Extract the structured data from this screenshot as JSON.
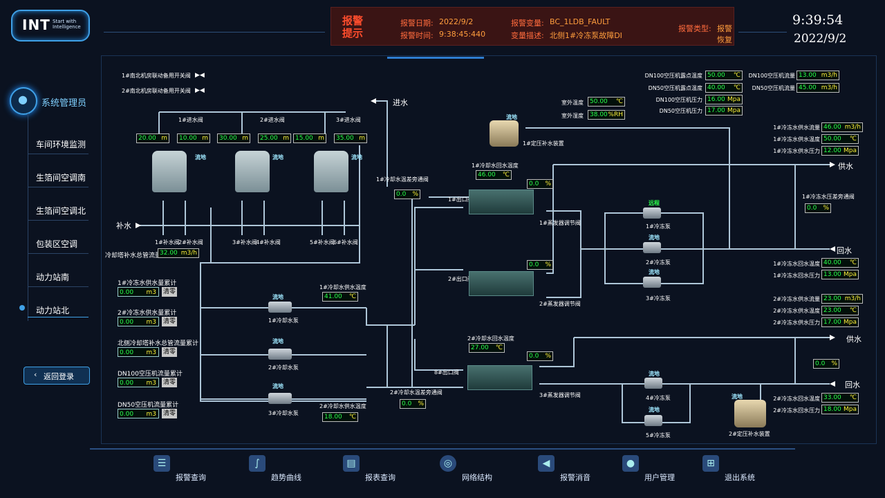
{
  "logo": {
    "text": "INT",
    "tag1": "Start with",
    "tag2": "Intelligence"
  },
  "alarm": {
    "title1": "报警",
    "title2": "提示",
    "date_k": "报警日期:",
    "date_v": "2022/9/2",
    "time_k": "报警时间:",
    "time_v": "9:38:45:440",
    "var_k": "报警变量:",
    "var_v": "BC_1LDB_FAULT",
    "desc_k": "变量描述:",
    "desc_v": "北侧1#冷冻泵故障DI",
    "type_k": "报警类型:",
    "type_v": "报警恢复"
  },
  "clock": {
    "time": "9:39:54",
    "date": "2022/9/2"
  },
  "sidebar": {
    "user": "系统管理员",
    "items": [
      {
        "label": "车间环境监测"
      },
      {
        "label": "生箔间空调南"
      },
      {
        "label": "生箔间空调北"
      },
      {
        "label": "包装区空调"
      },
      {
        "label": "动力站南"
      },
      {
        "label": "动力站北"
      }
    ],
    "back": "返回登录"
  },
  "counters": [
    {
      "label": "1#冷冻水供水量累计",
      "value": "0.00",
      "unit": "m3",
      "btn": "清零"
    },
    {
      "label": "2#冷冻水供水量累计",
      "value": "0.00",
      "unit": "m3",
      "btn": "清零"
    },
    {
      "label": "北侧冷却塔补水总管流量累计",
      "value": "0.00",
      "unit": "m3",
      "btn": "清零"
    },
    {
      "label": "DN100空压机流量累计",
      "value": "0.00",
      "unit": "m3",
      "btn": "清零"
    },
    {
      "label": "DN50空压机流量累计",
      "value": "0.00",
      "unit": "m3",
      "btn": "清零"
    }
  ],
  "valves": {
    "v1": "1#南北机房联动备用开关阀",
    "v2": "2#南北机房联动备用开关阀"
  },
  "inlet": "进水",
  "makeup": "补水",
  "makeup_flow": {
    "label": "冷却塔补水总管流量",
    "value": "32.00",
    "unit": "m3/h"
  },
  "towers": {
    "levels": [
      {
        "value": "20.00",
        "unit": "m"
      },
      {
        "value": "10.00",
        "unit": "m"
      },
      {
        "value": "30.00",
        "unit": "m"
      },
      {
        "value": "25.00",
        "unit": "m"
      },
      {
        "value": "15.00",
        "unit": "m"
      },
      {
        "value": "35.00",
        "unit": "m"
      }
    ],
    "inlet_valves": [
      "1#进水阀",
      "2#进水阀",
      "3#进水阀"
    ],
    "makeup_valves": [
      "1#补水阀",
      "2#补水阀",
      "3#补水阀",
      "4#补水阀",
      "5#补水阀",
      "6#补水阀"
    ]
  },
  "flow_tag": "流地",
  "remote_tag": "远程",
  "cooling": {
    "supply_temp_label": "1#冷却水供水温度",
    "supply_temp": "41.00",
    "supply_unit": "℃",
    "pumps": [
      "1#冷却水泵",
      "2#冷却水泵",
      "3#冷却水泵"
    ],
    "bypass1": "1#冷却水温差旁通阀",
    "bypass1_v": "0.0",
    "pct": "%",
    "return1_label": "1#冷却水回水温度",
    "return1": "46.00",
    "return2_label": "2#冷却水回水温度",
    "return2": "27.00",
    "supply2_label": "2#冷却水供水温度",
    "supply2": "18.00",
    "bypass2": "2#冷却水温差旁通阀",
    "bypass2_v": "0.0"
  },
  "chillers": {
    "out1": "1#出口阀",
    "out2": "2#出口阀",
    "out3": "8#出口阀",
    "evap1": "1#蒸发器调节阀",
    "evap2": "2#蒸发器调节阀",
    "evap3": "3#蒸发器调节阀",
    "v1": "0.0",
    "v2": "0.0",
    "v3": "0.0"
  },
  "ambient": {
    "temp_label": "室外温度",
    "temp": "50.00",
    "temp_unit": "℃",
    "hum_label": "室外湿度",
    "hum": "38.00",
    "hum_unit": "%RH"
  },
  "const_pressure": {
    "d1": "1#定压补水装置",
    "d2": "2#定压补水装置"
  },
  "air": [
    {
      "label": "DN100空压机露点温度",
      "value": "50.00",
      "unit": "℃"
    },
    {
      "label": "DN50空压机露点温度",
      "value": "40.00",
      "unit": "℃"
    },
    {
      "label": "DN100空压机压力",
      "value": "16.00",
      "unit": "Mpa"
    },
    {
      "label": "DN50空压机压力",
      "value": "17.00",
      "unit": "Mpa"
    }
  ],
  "airflow": [
    {
      "label": "DN100空压机流量",
      "value": "13.00",
      "unit": "m3/h"
    },
    {
      "label": "DN50空压机流量",
      "value": "45.00",
      "unit": "m3/h"
    }
  ],
  "chw1": {
    "flow_label": "1#冷冻水供水流量",
    "flow": "46.00",
    "flow_unit": "m3/h",
    "temp_label": "1#冷冻水供水温度",
    "temp": "50.00",
    "temp_unit": "℃",
    "press_label": "1#冷冻水供水压力",
    "press": "12.00",
    "press_unit": "Mpa",
    "bypass": "1#冷冻水压差旁通阀",
    "bypass_v": "0.0",
    "rtemp_label": "1#冷冻水回水温度",
    "rtemp": "40.00",
    "rpress_label": "1#冷冻水回水压力",
    "rpress": "13.00"
  },
  "chw2": {
    "flow_label": "2#冷冻水供水流量",
    "flow": "23.00",
    "flow_unit": "m3/h",
    "temp_label": "2#冷冻水供水温度",
    "temp": "23.00",
    "temp_unit": "℃",
    "press_label": "2#冷冻水供水压力",
    "press": "17.00",
    "press_unit": "Mpa",
    "bypass_v": "0.0",
    "rtemp_label": "2#冷冻水回水温度",
    "rtemp": "33.00",
    "rpress_label": "2#冷冻水回水压力",
    "rpress": "18.00"
  },
  "supply": "供水",
  "return": "回水",
  "chw_pumps": [
    "1#冷冻泵",
    "2#冷冻泵",
    "3#冷冻泵",
    "4#冷冻泵",
    "5#冷冻泵"
  ],
  "bottom": [
    {
      "label": "报警查询",
      "icon": "alarm-query-icon"
    },
    {
      "label": "趋势曲线",
      "icon": "trend-icon"
    },
    {
      "label": "报表查询",
      "icon": "printer-icon"
    },
    {
      "label": "网络结构",
      "icon": "network-icon"
    },
    {
      "label": "报警消音",
      "icon": "speaker-icon"
    },
    {
      "label": "用户管理",
      "icon": "user-icon"
    },
    {
      "label": "退出系统",
      "icon": "exit-icon"
    }
  ]
}
